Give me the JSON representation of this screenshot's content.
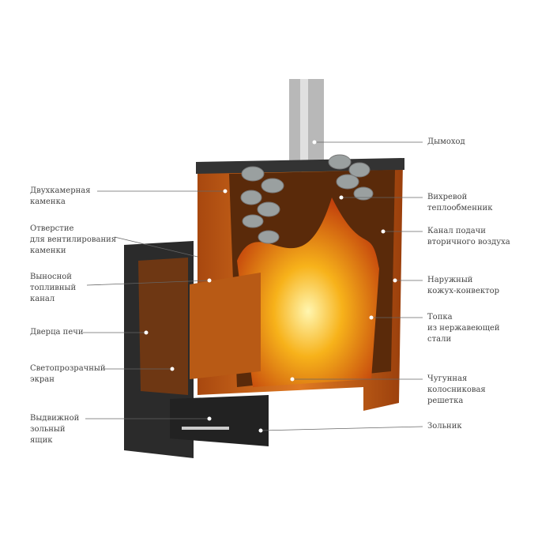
{
  "labels_left": [
    {
      "id": "stone-chamber",
      "text": "Двухкамерная\nкаменка"
    },
    {
      "id": "vent-hole",
      "text": "Отверстие\nдля вентилирования\nкаменки"
    },
    {
      "id": "fuel-channel",
      "text": "Выносной\nтопливный\nканал"
    },
    {
      "id": "stove-door",
      "text": "Дверца печи"
    },
    {
      "id": "glass-screen",
      "text": "Светопрозрачный\nэкран"
    },
    {
      "id": "ash-drawer",
      "text": "Выдвижной\nзольный\nящик"
    }
  ],
  "labels_right": [
    {
      "id": "chimney",
      "text": "Дымоход"
    },
    {
      "id": "vortex-exchanger",
      "text": "Вихревой\nтеплообменник"
    },
    {
      "id": "secondary-air",
      "text": "Канал подачи\nвторичного воздуха"
    },
    {
      "id": "outer-casing",
      "text": "Наружный\nкожух-конвектор"
    },
    {
      "id": "firebox",
      "text": "Топка\nиз нержавеющей\nстали"
    },
    {
      "id": "grate",
      "text": "Чугунная\nколосниковая\nрешетка"
    },
    {
      "id": "ash-pit",
      "text": "Зольник"
    }
  ],
  "colors": {
    "casing": "#d9731f",
    "fire": "#f7b21a",
    "door": "#2b2b2b",
    "line": "#666666"
  }
}
